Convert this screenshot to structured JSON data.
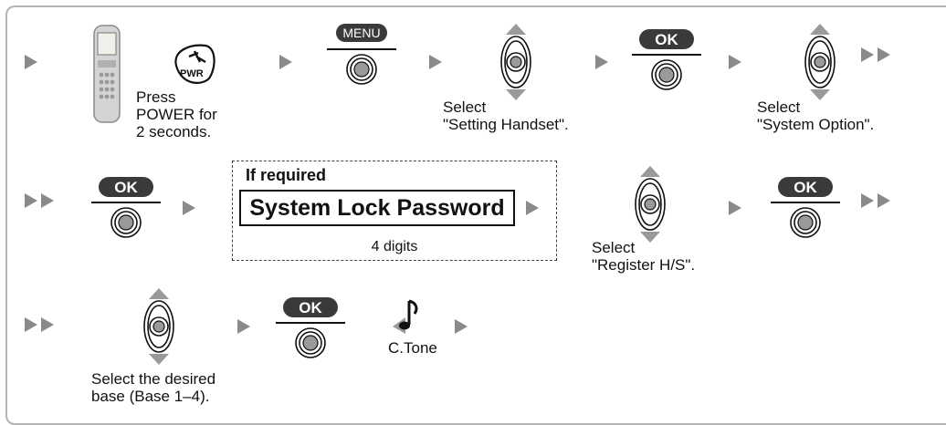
{
  "colors": {
    "arrow": "#8a8a8a",
    "button_dark": "#3a3a3a",
    "frame": "#b4b4b4"
  },
  "icons": {
    "handset": "handset-icon",
    "power": "power-button-icon",
    "menu": "menu-button-icon",
    "ok": "ok-button-icon",
    "navigator": "navigator-key-icon",
    "tone": "confirmation-tone-icon",
    "arrow": "arrow-right-icon",
    "double_arrow": "double-arrow-right-icon"
  },
  "row1": {
    "pwr_label": "PWR",
    "menu_label": "MENU",
    "ok_label": "OK",
    "press_power": "Press\nPOWER for\n2 seconds.",
    "select_setting": "Select\n\"Setting Handset\".",
    "select_system": "Select\n\"System Option\"."
  },
  "row2": {
    "ok_label": "OK",
    "if_required": "If required",
    "password": "System Lock Password",
    "digits": "4 digits",
    "ok_label2": "OK",
    "select_register": "Select\n\"Register H/S\"."
  },
  "row3": {
    "select_base": "Select the desired\nbase (Base 1–4).",
    "ok_label": "OK",
    "ctone": "C.Tone"
  }
}
